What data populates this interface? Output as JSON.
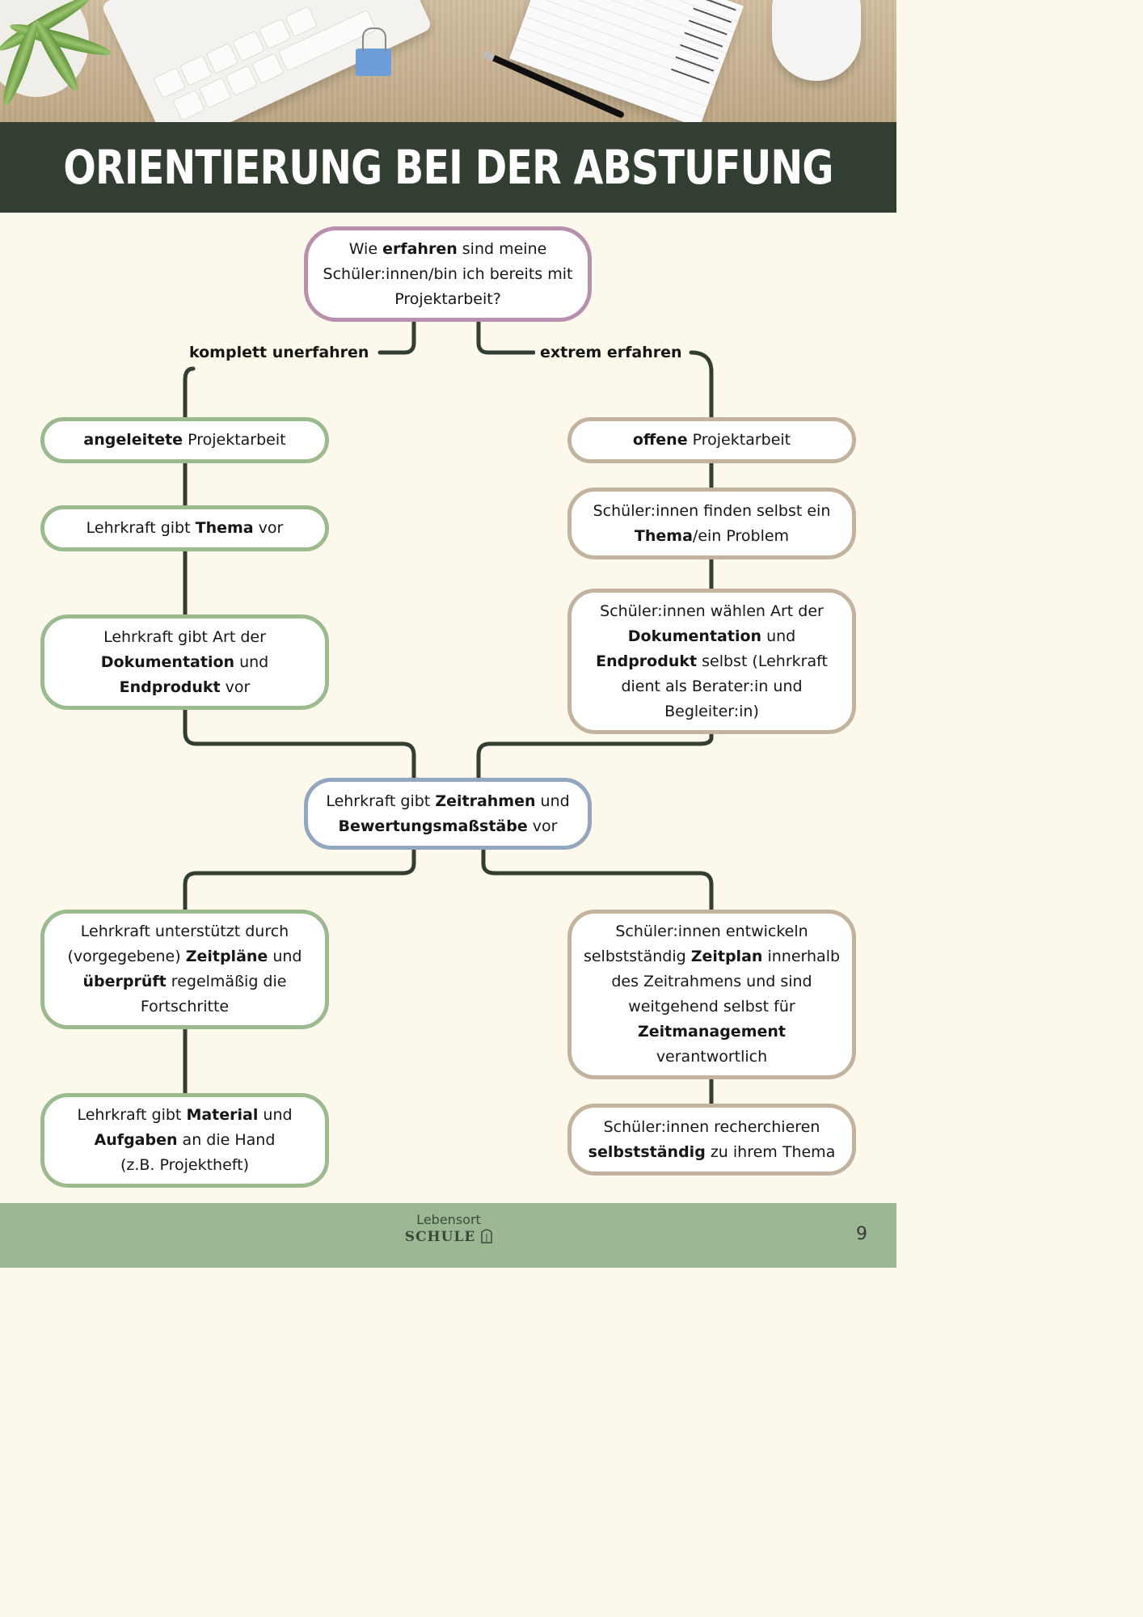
{
  "header": {
    "title": "ORIENTIERUNG BEI DER ABSTUFUNG"
  },
  "top_question": {
    "line1_pre": "Wie ",
    "line1_bold": "erfahren",
    "line1_post": " sind meine",
    "line2": "Schüler:innen/bin ich bereits mit",
    "line3": "Projektarbeit?"
  },
  "branches": {
    "left_label": "komplett unerfahren",
    "right_label": "extrem erfahren"
  },
  "left": {
    "box1": {
      "bold": "angeleitete",
      "post": " Projektarbeit"
    },
    "box2": {
      "pre": "Lehrkraft gibt ",
      "bold": "Thema",
      "post": " vor"
    },
    "box3": {
      "line1": "Lehrkraft gibt Art der",
      "l2_bold": "Dokumentation",
      "l2_post": " und",
      "l3_bold": "Endprodukt",
      "l3_post": " vor"
    },
    "box4": {
      "line1": "Lehrkraft unterstützt durch",
      "l2_pre": "(vorgegebene) ",
      "l2_bold": "Zeitpläne",
      "l2_post": " und",
      "l3_bold": "überprüft",
      "l3_post": " regelmäßig die",
      "line4": "Fortschritte"
    },
    "box5": {
      "l1_pre": "Lehrkraft gibt ",
      "l1_bold": "Material",
      "l1_post": " und",
      "l2_bold": "Aufgaben",
      "l2_post": " an die Hand",
      "line3": "(z.B. Projektheft)"
    }
  },
  "right": {
    "box1": {
      "bold": "offene",
      "post": " Projektarbeit"
    },
    "box2": {
      "line1": "Schüler:innen finden selbst ein",
      "l2_bold": "Thema",
      "l2_post": "/ein Problem"
    },
    "box3": {
      "line1": "Schüler:innen wählen Art der",
      "l2_bold": "Dokumentation",
      "l2_post": " und",
      "l3_bold": "Endprodukt",
      "l3_post": " selbst (Lehrkraft",
      "line4": "dient als Berater:in und",
      "line5": "Begleiter:in)"
    },
    "box4": {
      "line1": "Schüler:innen entwickeln",
      "l2_pre": "selbstständig ",
      "l2_bold": "Zeitplan",
      "l2_post": " innerhalb",
      "line3": "des Zeitrahmens und sind",
      "line4": "weitgehend selbst für",
      "l5_bold": "Zeitmanagement",
      "line6": "verantwortlich"
    },
    "box5": {
      "line1": "Schüler:innen recherchieren",
      "l2_bold": "selbstständig",
      "l2_post": " zu ihrem Thema"
    }
  },
  "middle": {
    "l1_pre": "Lehrkraft gibt ",
    "l1_bold": "Zeitrahmen",
    "l1_post": " und",
    "l2_bold": "Bewertungsmaßstäbe",
    "l2_post": " vor"
  },
  "footer": {
    "logo_top": "Lebensort",
    "logo_bottom": "SCHULE",
    "page_number": "9"
  },
  "colors": {
    "title_band": "#333e32",
    "background": "#fdf8ec",
    "footer": "#9bb893",
    "connector": "#333e32",
    "border_question": "#b88fad",
    "border_left": "#9bba8e",
    "border_right": "#c2b29e",
    "border_middle": "#93a6bf"
  }
}
